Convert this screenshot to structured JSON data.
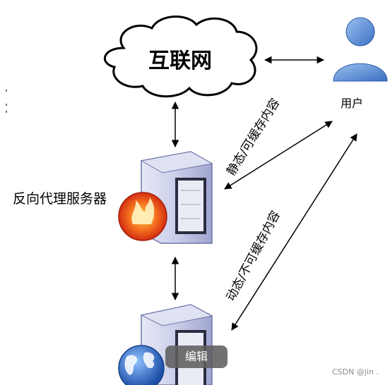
{
  "diagram": {
    "internet_label": "互联网",
    "user_label": "用户",
    "reverse_proxy_label": "反向代理服务器",
    "static_content_label": "静态/可缓存内容",
    "dynamic_content_label": "动态/不可缓存内容"
  },
  "overlay": {
    "edit_button_label": "编辑",
    "watermark": "CSDN @jin ."
  },
  "colors": {
    "cloud_stroke": "#000000",
    "server_body": "#c9cde8",
    "user_blue": "#5b8fd6",
    "fire_red": "#e8431c",
    "globe_blue": "#2f6fd0"
  }
}
